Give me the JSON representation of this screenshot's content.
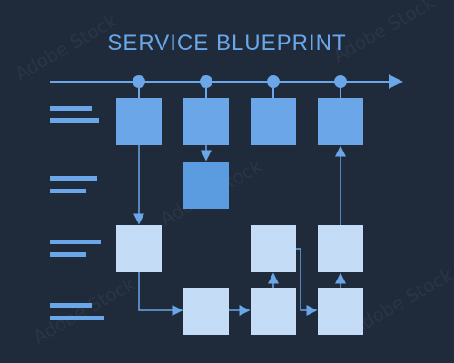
{
  "title": "SERVICE BLUEPRINT",
  "side_id": "425305219",
  "watermark": "Adobe Stock",
  "colors": {
    "background": "#1f2a3a",
    "line": "#6aa6e8",
    "row1_box": "#6aa6e8",
    "row2_box": "#5b9be0",
    "row3_box": "#c4dcf6",
    "row4_box": "#c4dcf6",
    "legend_bar": "#6aa6e8"
  },
  "diagram": {
    "timeline": {
      "markers": 4,
      "arrow": "right"
    },
    "legend_rows": 4,
    "boxes": [
      {
        "id": "r1c1",
        "row": 1,
        "col": 1
      },
      {
        "id": "r1c2",
        "row": 1,
        "col": 2
      },
      {
        "id": "r1c3",
        "row": 1,
        "col": 3
      },
      {
        "id": "r1c4",
        "row": 1,
        "col": 4
      },
      {
        "id": "r2c2",
        "row": 2,
        "col": 2
      },
      {
        "id": "r3c1",
        "row": 3,
        "col": 1
      },
      {
        "id": "r3c3",
        "row": 3,
        "col": 3
      },
      {
        "id": "r3c4",
        "row": 3,
        "col": 4
      },
      {
        "id": "r4c2",
        "row": 4,
        "col": 2
      },
      {
        "id": "r4c3",
        "row": 4,
        "col": 3
      },
      {
        "id": "r4c4",
        "row": 4,
        "col": 4
      }
    ]
  }
}
